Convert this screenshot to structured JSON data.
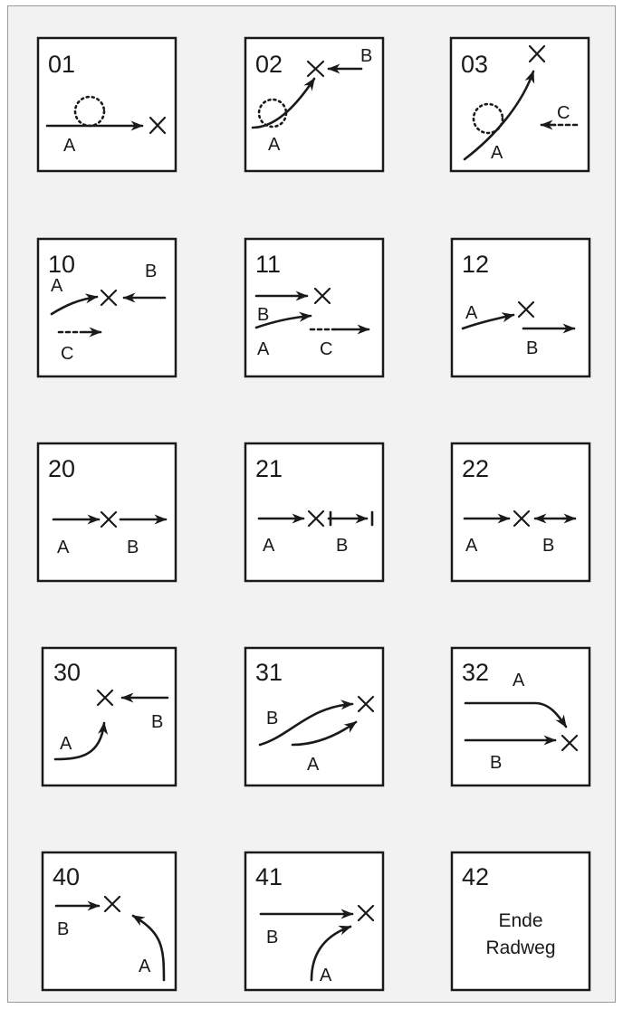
{
  "colors": {
    "background": "#f2f2f2",
    "frame_border": "#9a9a9a",
    "ink": "#1a1a1a",
    "tile_fill": "#ffffff"
  },
  "tiles": [
    {
      "id": "01",
      "labels": [
        "A"
      ]
    },
    {
      "id": "02",
      "labels": [
        "A",
        "B"
      ]
    },
    {
      "id": "03",
      "labels": [
        "A",
        "C"
      ]
    },
    {
      "id": "10",
      "labels": [
        "A",
        "B",
        "C"
      ]
    },
    {
      "id": "11",
      "labels": [
        "B",
        "A",
        "C"
      ]
    },
    {
      "id": "12",
      "labels": [
        "A",
        "B"
      ]
    },
    {
      "id": "20",
      "labels": [
        "A",
        "B"
      ]
    },
    {
      "id": "21",
      "labels": [
        "A",
        "B"
      ]
    },
    {
      "id": "22",
      "labels": [
        "A",
        "B"
      ]
    },
    {
      "id": "30",
      "labels": [
        "A",
        "B"
      ]
    },
    {
      "id": "31",
      "labels": [
        "B",
        "A"
      ]
    },
    {
      "id": "32",
      "labels": [
        "A",
        "B"
      ]
    },
    {
      "id": "40",
      "labels": [
        "B",
        "A"
      ]
    },
    {
      "id": "41",
      "labels": [
        "B",
        "A"
      ]
    },
    {
      "id": "42",
      "labels": [
        "Ende",
        "Radweg"
      ]
    }
  ]
}
